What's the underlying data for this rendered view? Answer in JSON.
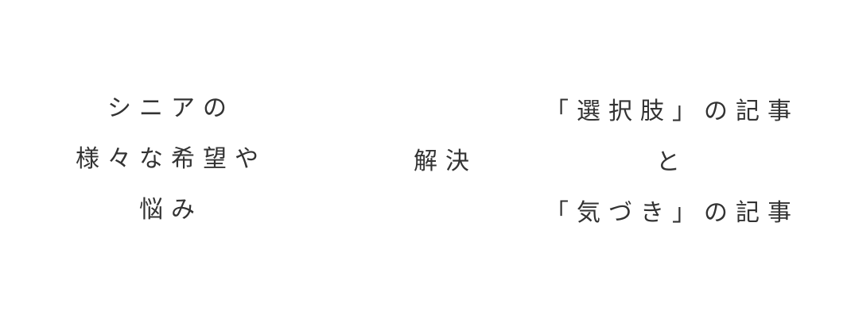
{
  "left": {
    "lines": [
      "シニアの",
      "様々な希望や",
      "悩み"
    ]
  },
  "middle": {
    "text": "解決"
  },
  "right": {
    "lines": [
      "「選択肢」の記事",
      "と",
      "「気づき」の記事"
    ]
  }
}
